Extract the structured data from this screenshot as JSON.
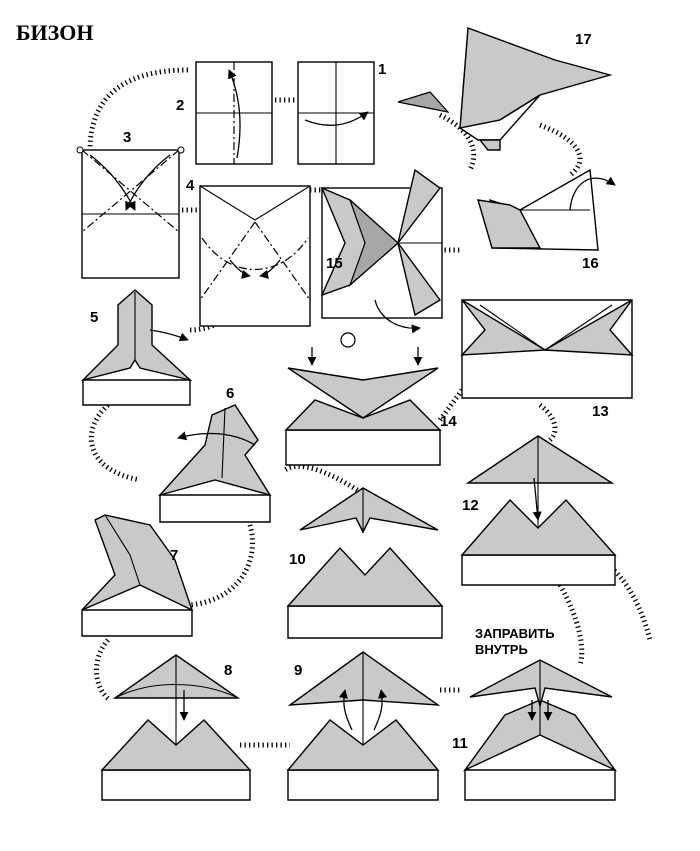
{
  "title": "БИЗОН",
  "steps": {
    "s1": "1",
    "s2": "2",
    "s3": "3",
    "s4": "4",
    "s5": "5",
    "s6": "6",
    "s7": "7",
    "s8": "8",
    "s9": "9",
    "s10": "10",
    "s11": "11",
    "s12": "12",
    "s13": "13",
    "s14": "14",
    "s15": "15",
    "s16": "16",
    "s17": "17"
  },
  "notes": {
    "tuck_line1": "ЗАПРАВИТЬ",
    "tuck_line2": "ВНУТРЬ"
  }
}
